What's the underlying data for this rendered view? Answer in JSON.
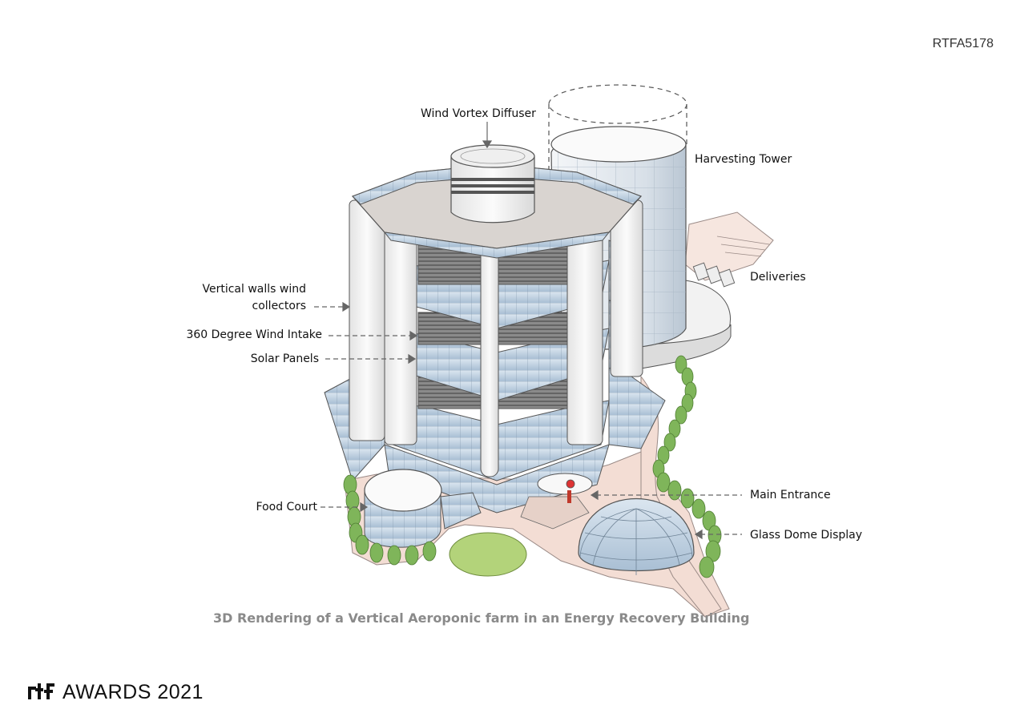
{
  "header": {
    "code": "RTFA5178"
  },
  "labels": {
    "wind_vortex_diffuser": "Wind Vortex Diffuser",
    "harvesting_tower": "Harvesting Tower",
    "deliveries": "Deliveries",
    "vertical_walls_line1": "Vertical walls  wind",
    "vertical_walls_line2": "collectors",
    "wind_intake": "360 Degree Wind Intake",
    "solar_panels": "Solar Panels",
    "food_court": "Food Court",
    "main_entrance": "Main Entrance",
    "glass_dome": "Glass Dome Display"
  },
  "caption": "3D Rendering of a Vertical Aeroponic farm in an Energy Recovery Building",
  "footer": {
    "logo_text": "AWARDS 2021"
  },
  "colors": {
    "glass": "#c9d8e6",
    "glass_dark": "#9fb6cc",
    "wall": "#f1f1f1",
    "ground": "#f3ddd4",
    "trees": "#7fb55a",
    "lawn": "#b3d37a",
    "caption": "#8a8a8a"
  }
}
